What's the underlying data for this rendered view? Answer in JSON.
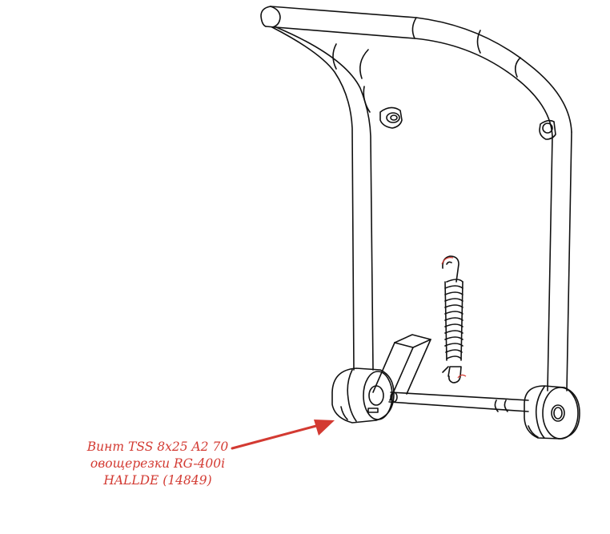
{
  "colors": {
    "line": "#111111",
    "accent": "#d33a32",
    "background": "#ffffff"
  },
  "callout": {
    "lines": [
      "Винт TSS 8x25 A2 70",
      "овощерезки RG-400i",
      "HALLDE (14849)"
    ]
  }
}
